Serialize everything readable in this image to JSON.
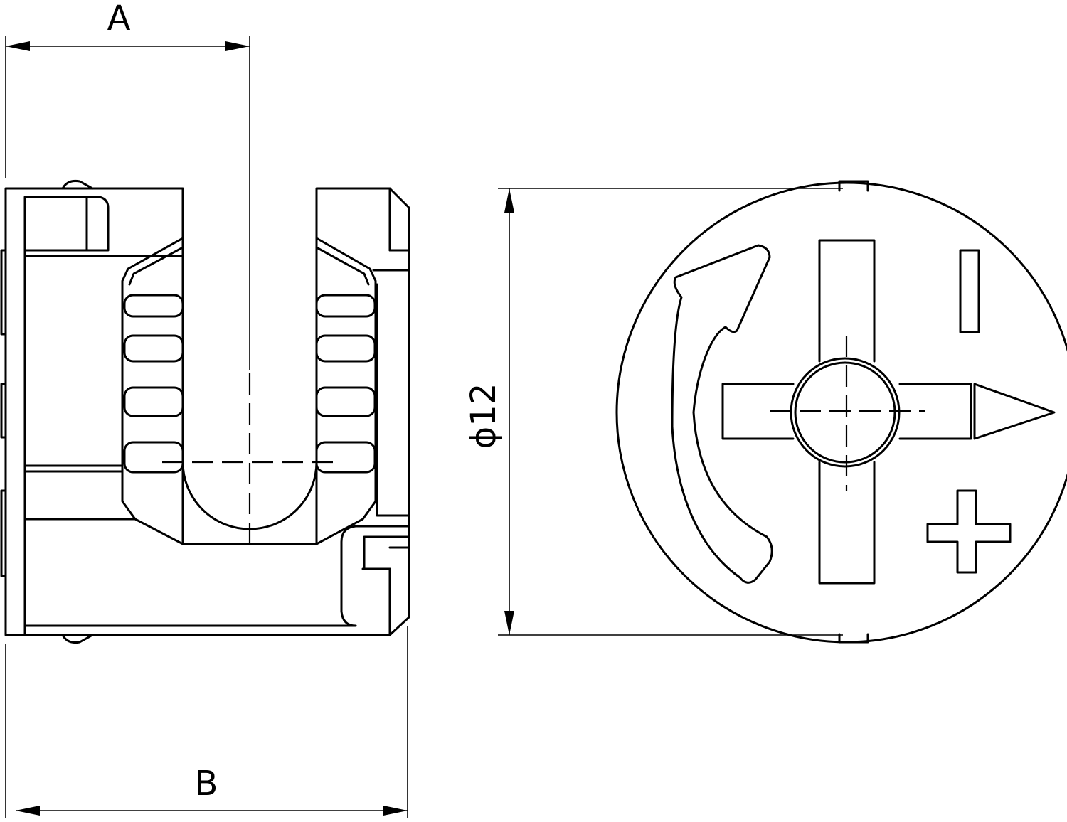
{
  "dimensions": {
    "a_label": "A",
    "b_label": "B",
    "diameter_label": "ϕ12"
  },
  "symbols": {
    "minus": "minus-sign-icon",
    "plus": "plus-sign-icon",
    "rotation": "curved-arrow-icon",
    "pointer": "arrow-pointer-icon"
  }
}
